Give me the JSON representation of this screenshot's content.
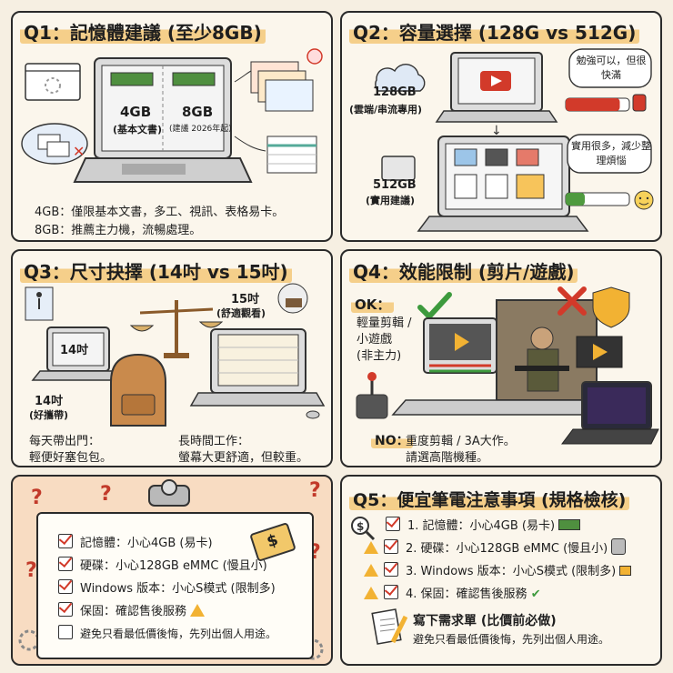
{
  "q1": {
    "title": "Q1：記憶體建議 (至少8GB)",
    "ram_a": "4GB",
    "ram_a_sub": "(基本文書)",
    "ram_b": "8GB",
    "ram_b_sub": "(建議 2026年起)",
    "note1": "4GB：僅限基本文書，多工、視訊、表格易卡。",
    "note2": "8GB：推薦主力機，流暢處理。"
  },
  "q2": {
    "title": "Q2：容量選擇 (128G vs 512G)",
    "opt_a": "128GB",
    "opt_a_sub": "(雲端/串流專用)",
    "opt_b": "512GB",
    "opt_b_sub": "(實用建議)",
    "bubble_a": "勉強可以，但很快滿",
    "bubble_b": "實用很多，減少整理煩惱",
    "bar_a_fill": 0.85,
    "bar_b_fill": 0.3
  },
  "q3": {
    "title": "Q3：尺寸抉擇 (14吋 vs 15吋)",
    "size_a": "14吋",
    "size_a_label": "14吋",
    "size_a_sub": "(好攜帶)",
    "size_b": "15吋",
    "size_b_sub": "(舒適觀看)",
    "note_a1": "每天帶出門：",
    "note_a2": "輕便好塞包包。",
    "note_b1": "長時間工作：",
    "note_b2": "螢幕大更舒適，但較重。"
  },
  "q4": {
    "title": "Q4：效能限制 (剪片/遊戲)",
    "ok_label": "OK：",
    "ok_1": "輕量剪輯 /",
    "ok_2": "小遊戲",
    "ok_3": "(非主力)",
    "no_label": "NO：",
    "no_1": "重度剪輯 / 3A大作。",
    "no_2": "請選高階機種。"
  },
  "checklist": {
    "items": [
      {
        "text": "記憶體：小心4GB (易卡)",
        "checked": true
      },
      {
        "text": "硬碟：小心128GB eMMC (慢且小)",
        "checked": true
      },
      {
        "text": "Windows 版本：小心S模式 (限制多)",
        "checked": true
      },
      {
        "text": "保固：確認售後服務",
        "checked": true
      },
      {
        "text": "避免只看最低價後悔，先列出個人用途。",
        "checked": false
      }
    ],
    "tag": "$"
  },
  "q5": {
    "title": "Q5：便宜筆電注意事項 (規格檢核)",
    "items": [
      "1. 記憶體：小心4GB (易卡)",
      "2. 硬碟：小心128GB eMMC (慢且小)",
      "3. Windows 版本：小心S模式 (限制多)",
      "4. 保固：確認售後服務"
    ],
    "memo_title": "寫下需求單 (比價前必做)",
    "memo_text": "避免只看最低價後悔，先列出個人用途。"
  },
  "colors": {
    "highlight": "#f5cf8a",
    "red": "#d23a2a",
    "green": "#3d9a3d",
    "warn": "#f2b233"
  }
}
